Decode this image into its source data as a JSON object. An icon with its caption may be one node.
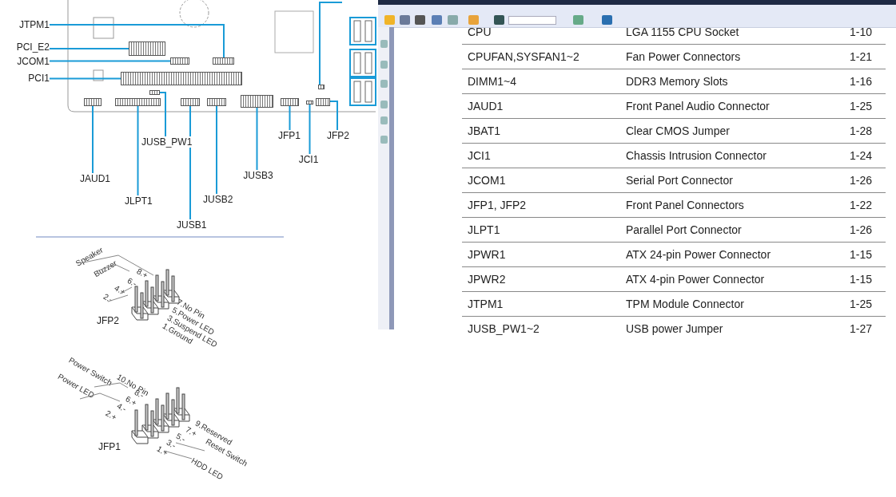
{
  "diagram": {
    "nodes": [
      {
        "text": [
          "JTPM1"
        ]
      },
      {
        "text": [
          "PCI_E2"
        ]
      },
      {
        "text": [
          "JCOM1"
        ]
      },
      {
        "text": [
          "PCI1"
        ]
      },
      {
        "text": [
          "JFP1"
        ]
      },
      {
        "text": [
          "JFP2"
        ]
      },
      {
        "text": [
          "JUSB_PW1"
        ]
      },
      {
        "text": [
          "JCI1"
        ]
      },
      {
        "text": [
          "JUSB3"
        ]
      },
      {
        "text": [
          "JAUD1"
        ]
      },
      {
        "text": [
          "JUSB2"
        ]
      },
      {
        "text": [
          "JLPT1"
        ]
      },
      {
        "text": [
          "JUSB1"
        ]
      },
      {
        "text": [],
        "shape": "box"
      },
      {
        "text": [],
        "shape": "box"
      },
      {
        "text": [],
        "shape": "box"
      },
      {
        "text": [],
        "shape": "box"
      },
      {
        "text": [],
        "shape": "box"
      },
      {
        "text": [],
        "shape": "box"
      },
      {
        "text": [],
        "shape": "box"
      },
      {
        "text": [],
        "shape": "box"
      },
      {
        "text": [],
        "shape": "box"
      },
      {
        "text": [],
        "shape": "box"
      },
      {
        "text": [],
        "shape": "box"
      },
      {
        "text": [],
        "shape": "box"
      },
      {
        "text": [],
        "shape": "box"
      },
      {
        "text": [],
        "shape": "box"
      }
    ],
    "edges": [
      {
        "from": 0,
        "to": 21,
        "arrow": "none"
      },
      {
        "from": 1,
        "to": 16,
        "arrow": "none"
      },
      {
        "from": 2,
        "to": 18,
        "arrow": "none"
      },
      {
        "from": 3,
        "to": 15,
        "arrow": "none"
      },
      {
        "from": 4,
        "to": 23,
        "arrow": "none"
      },
      {
        "from": 5,
        "to": 25,
        "arrow": "none"
      },
      {
        "from": 6,
        "to": 17,
        "arrow": "none"
      },
      {
        "from": 7,
        "to": 24,
        "arrow": "none"
      },
      {
        "from": 8,
        "to": 22,
        "arrow": "none"
      },
      {
        "from": 9,
        "to": 13,
        "arrow": "none"
      },
      {
        "from": 10,
        "to": 20,
        "arrow": "none"
      },
      {
        "from": 11,
        "to": 14,
        "arrow": "none"
      },
      {
        "from": 12,
        "to": 19,
        "arrow": "none"
      },
      {
        "from": null,
        "to": 26,
        "arrow": "none"
      }
    ],
    "labels": [
      "Speaker",
      "Buzzer",
      "8.+",
      "6.-",
      "4.+",
      "2.-",
      "7.No Pin",
      "5.Power LED",
      "3.Suspend LED",
      "1.Ground",
      "JFP2",
      "Power Switch",
      "Power LED",
      "10.No Pin",
      "8.-",
      "6.+",
      "4.-",
      "2.+",
      "9.Reserved",
      "7.+",
      "5.-",
      "3.-",
      "1.+",
      "Reset Switch",
      "HDD LED",
      "JFP1",
      "CPU",
      "LGA 1155 CPU Socket",
      "1-10",
      "CPUFAN,SYSFAN1~2",
      "Fan Power Connectors",
      "1-21",
      "DIMM1~4",
      "DDR3 Memory Slots",
      "1-16",
      "JAUD1",
      "Front Panel Audio Connector",
      "1-25",
      "JBAT1",
      "Clear CMOS Jumper",
      "1-28",
      "JCI1",
      "Chassis Intrusion Connector",
      "1-24",
      "JCOM1",
      "Serial Port Connector",
      "1-26",
      "JFP1, JFP2",
      "Front Panel Connectors",
      "1-22",
      "JLPT1",
      "Parallel Port Connector",
      "1-26",
      "JPWR1",
      "ATX 24-pin Power Connector",
      "1-15",
      "JPWR2",
      "ATX 4-pin Power Connector",
      "1-15",
      "JTPM1",
      "TPM Module Connector",
      "1-25",
      "JUSB_PW1~2",
      "USB power Jumper",
      "1-27"
    ]
  }
}
